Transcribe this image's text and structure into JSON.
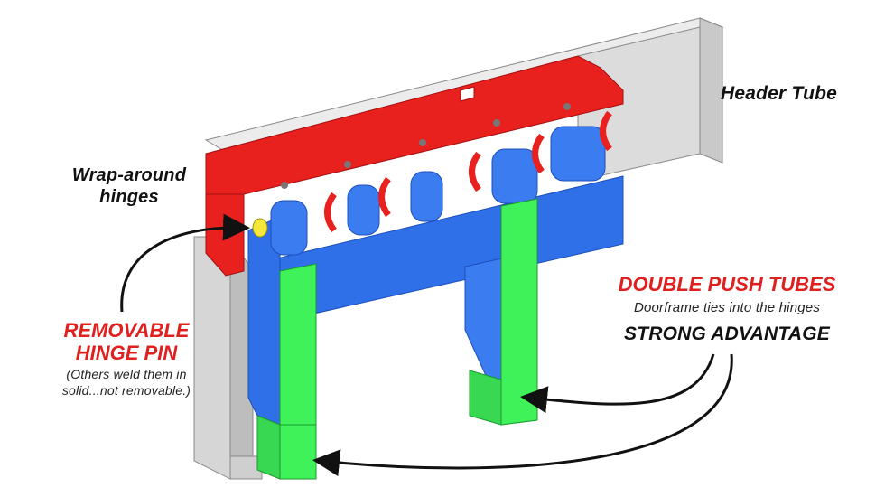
{
  "labels": {
    "header_tube": "Header Tube",
    "wrap_around": [
      "Wrap-around",
      "hinges"
    ],
    "removable_pin": [
      "REMOVABLE",
      "HINGE PIN"
    ],
    "pin_note": [
      "(Others weld them in",
      "solid...not removable.)"
    ],
    "double_push": "DOUBLE PUSH TUBES",
    "doorframe_note": "Doorframe ties into the hinges",
    "strong_advantage": "STRONG ADVANTAGE"
  },
  "colors": {
    "frame_tube": "#d9d9d9",
    "hinge_plate": "#e8201e",
    "hinges_door": "#2f6fe8",
    "push_tubes": "#3ff25a",
    "pin": "#f5e83a",
    "callout_red": "#e01f1f"
  }
}
